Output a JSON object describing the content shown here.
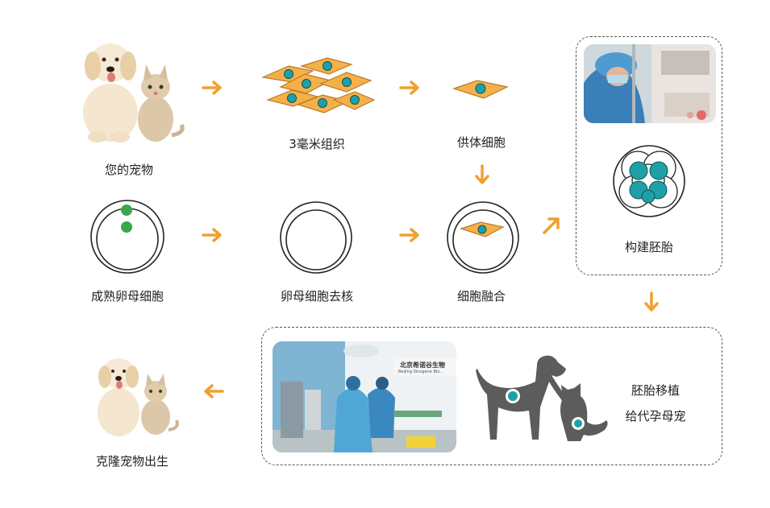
{
  "steps": {
    "your_pet": "您的宠物",
    "tissue": "3毫米组织",
    "donor_cell": "供体细胞",
    "mature_oocyte": "成熟卵母细胞",
    "enucleation": "卵母细胞去核",
    "cell_fusion": "细胞融合",
    "build_embryo": "构建胚胎",
    "transfer_line1": "胚胎移植",
    "transfer_line2": "给代孕母宠",
    "clone_born": "克隆宠物出生"
  },
  "photo_text": {
    "company_name": "北京希诺谷生物",
    "company_name_en": "Beijing Sinogene Bio..."
  },
  "colors": {
    "arrow": "#f0a030",
    "cell_fill": "#f5b04a",
    "cell_stroke": "#c9862c",
    "nucleus": "#1fa0a8",
    "oocyte_dot": "#3aa84a",
    "silhouette": "#5c5c5c"
  }
}
